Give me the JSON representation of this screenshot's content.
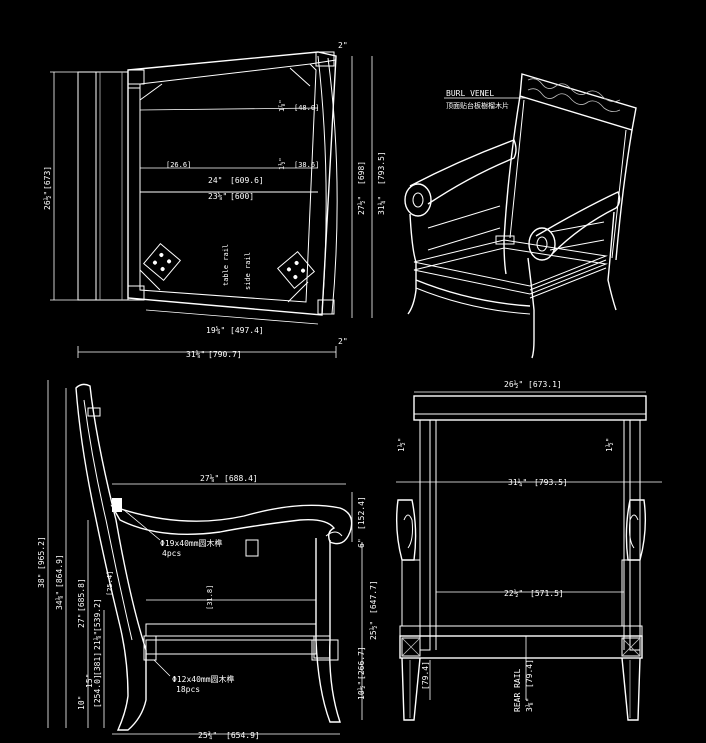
{
  "top_plan": {
    "dim_depth_in": "26½\"",
    "dim_depth_mm": "[673]",
    "dim_width_left_in": "27½\"",
    "dim_width_left_mm": "[698]",
    "dim_width_right_in": "31¼\"",
    "dim_width_right_mm": "[793.5]",
    "dim_corner_top": "2\"",
    "dim_corner_bottom": "2\"",
    "dim_rail_top_in": "1⅞\"",
    "dim_rail_top_mm": "[48.0]",
    "dim_rail_mid_in": "1½\"",
    "dim_rail_mid_mm": "[38.6]",
    "dim_rail_left": "[26.6]",
    "dim_inner_1_in": "24\"",
    "dim_inner_1_mm": "[609.6]",
    "dim_inner_2_in": "23⅝\"",
    "dim_inner_2_mm": "[600]",
    "dim_front_in": "19⅝\"",
    "dim_front_mm": "[497.4]",
    "dim_total_in": "31⅛\"",
    "dim_total_mm": "[790.7]",
    "label_table_rail": "table rail",
    "label_side_rail": "side rail"
  },
  "perspective": {
    "callout_en": "BURL VENEL",
    "callout_cn": "顶面贴台板樹榴木片"
  },
  "side_view": {
    "dim_overall_h_in": "38\"",
    "dim_overall_h_mm": "[965.2]",
    "dim_arm_len_in": "27⅛\"",
    "dim_arm_len_mm": "[688.4]",
    "dim_back_in": "34⅛\"",
    "dim_back_mm": "[864.9]",
    "dim_arm_in": "27\"",
    "dim_arm_mm": "[685.8]",
    "dim_seat_in": "21⅛\"",
    "dim_seat_mm": "[539.2]",
    "dim_leg_in": "15\"",
    "dim_leg_mm": "[381]",
    "dim_rail_in": "10\"",
    "dim_rail_mm": "[254.0]",
    "dim_arm_front_in": "6\"",
    "dim_arm_front_mm": "[152.4]",
    "dim_front_h_in": "25½\"",
    "dim_front_h_mm": "[647.7]",
    "dim_front_leg_in": "10½\"",
    "dim_front_leg_mm": "[266.7]",
    "dim_small_1": "[25.4]",
    "dim_small_2": "[31.8]",
    "dim_depth_in": "25¾\"",
    "dim_depth_mm": "[654.9]",
    "dowel_1": "Φ19x40mm圆木榫",
    "dowel_1_qty": "4pcs",
    "dowel_2": "Φ12x40mm圆木榫",
    "dowel_2_qty": "18pcs"
  },
  "front_view": {
    "dim_top_in": "26½\"",
    "dim_top_mm": "[673.1]",
    "dim_arm_span_in": "31¼\"",
    "dim_arm_span_mm": "[793.5]",
    "dim_seat_in": "22½\"",
    "dim_seat_mm": "[571.5]",
    "dim_left_small": "1½\"",
    "dim_right_small": "1½\"",
    "dim_rear_rail_in": "3⅛\"",
    "dim_rear_rail_mm": "[79.4]",
    "label_rear_rail": "REAR RAIL",
    "dim_front_rail_mm": "[79.4]"
  }
}
